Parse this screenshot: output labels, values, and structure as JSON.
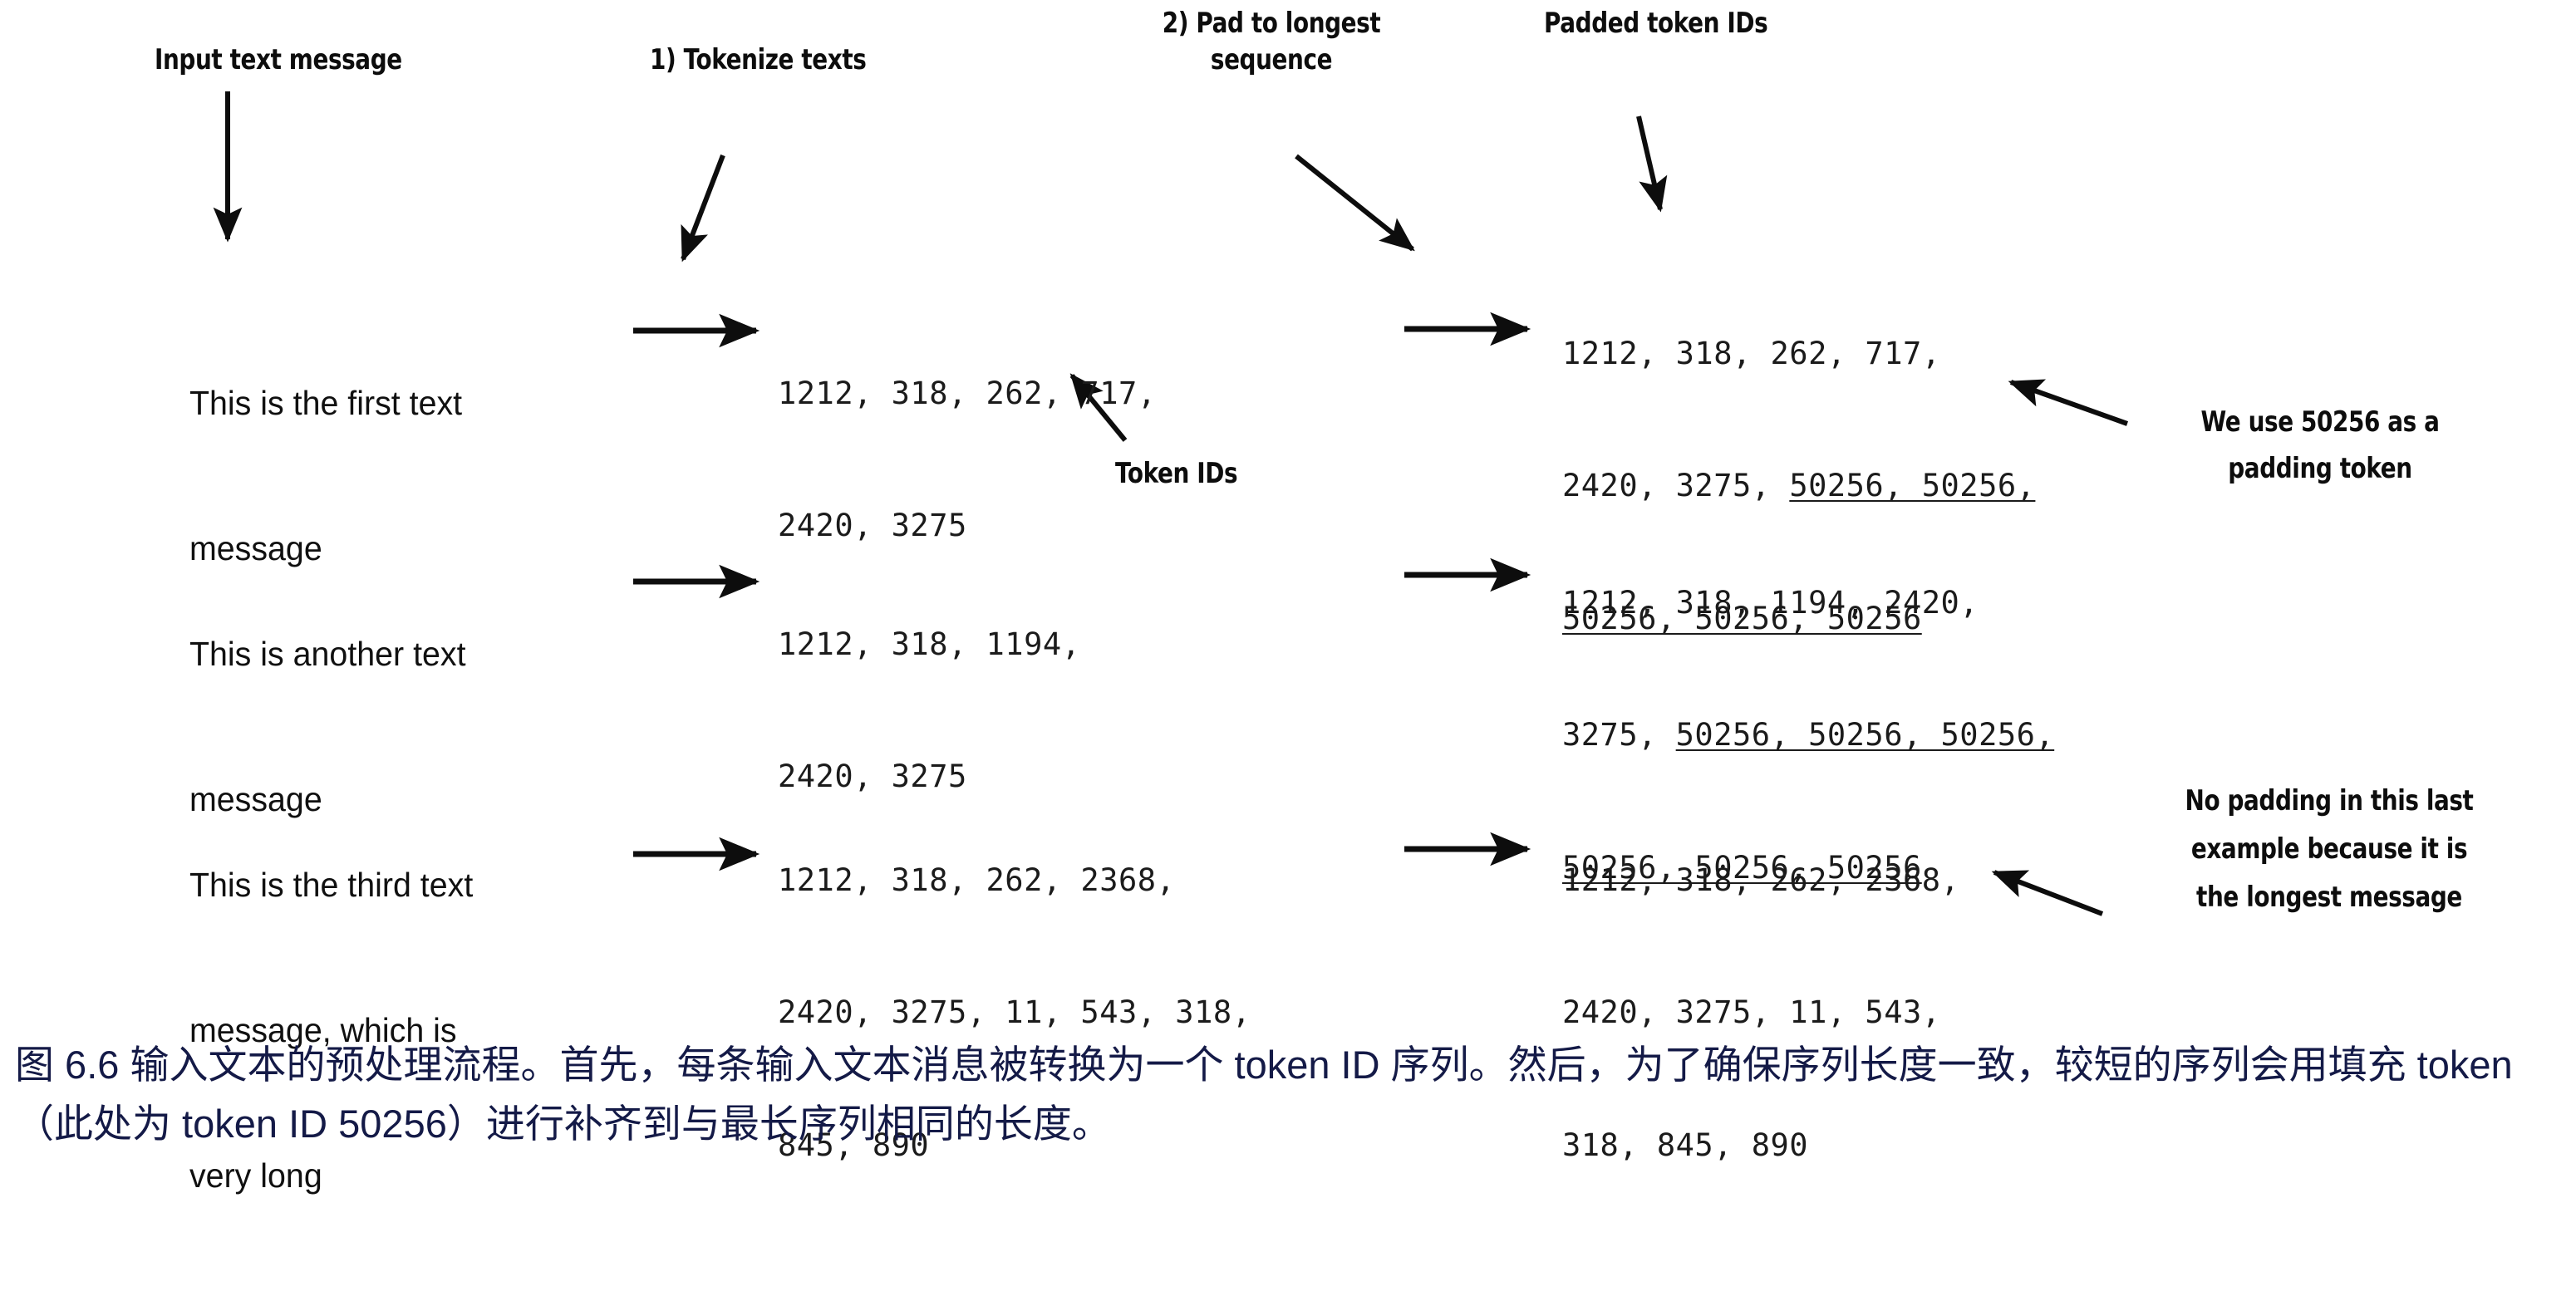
{
  "figure": {
    "annotations": {
      "input_text_message": "Input text message",
      "step1_tokenize": "1) Tokenize texts",
      "step2_pad_line1": "2) Pad to longest",
      "step2_pad_line2": "sequence",
      "padded_token_ids": "Padded token IDs",
      "token_ids": "Token IDs",
      "padding_note_line1": "We use 50256 as a",
      "padding_note_line2": "padding token",
      "no_padding_note_line1": "No padding in this last",
      "no_padding_note_line2": "example because it is",
      "no_padding_note_line3": "the longest message"
    },
    "rows": [
      {
        "message_lines": [
          "This is the first text",
          "message"
        ],
        "token_ids_lines": [
          "1212, 318, 262, 717,",
          "2420, 3275"
        ],
        "padded_segments": [
          [
            {
              "t": "1212, 318, 262, 717,",
              "pad": false
            }
          ],
          [
            {
              "t": "2420, 3275, ",
              "pad": false
            },
            {
              "t": "50256, 50256,",
              "pad": true
            }
          ],
          [
            {
              "t": "50256, 50256, 50256",
              "pad": true
            }
          ]
        ]
      },
      {
        "message_lines": [
          "This is another text",
          "message"
        ],
        "token_ids_lines": [
          "1212, 318, 1194,",
          "2420, 3275"
        ],
        "padded_segments": [
          [
            {
              "t": "1212, 318, 1194, 2420,",
              "pad": false
            }
          ],
          [
            {
              "t": "3275, ",
              "pad": false
            },
            {
              "t": "50256, 50256, 50256,",
              "pad": true
            }
          ],
          [
            {
              "t": "50256, 50256, 50256",
              "pad": true
            }
          ]
        ]
      },
      {
        "message_lines": [
          "This is the third text",
          "message, which is",
          "very long"
        ],
        "token_ids_lines": [
          "1212, 318, 262, 2368,",
          "2420, 3275, 11, 543, 318,",
          "845, 890"
        ],
        "padded_segments": [
          [
            {
              "t": "1212, 318, 262, 2368,",
              "pad": false
            }
          ],
          [
            {
              "t": "2420, 3275, 11, 543,",
              "pad": false
            }
          ],
          [
            {
              "t": "318, 845, 890",
              "pad": false
            }
          ]
        ]
      }
    ],
    "caption": "图 6.6 输入文本的预处理流程。首先，每条输入文本消息被转换为一个 token ID 序列。然后，为了确保序列长度一致，较短的序列会用填充 token（此处为 token ID 50256）进行补齐到与最长序列相同的长度。",
    "colors": {
      "ink": "#101010",
      "caption": "#141a47",
      "background": "#ffffff"
    }
  }
}
